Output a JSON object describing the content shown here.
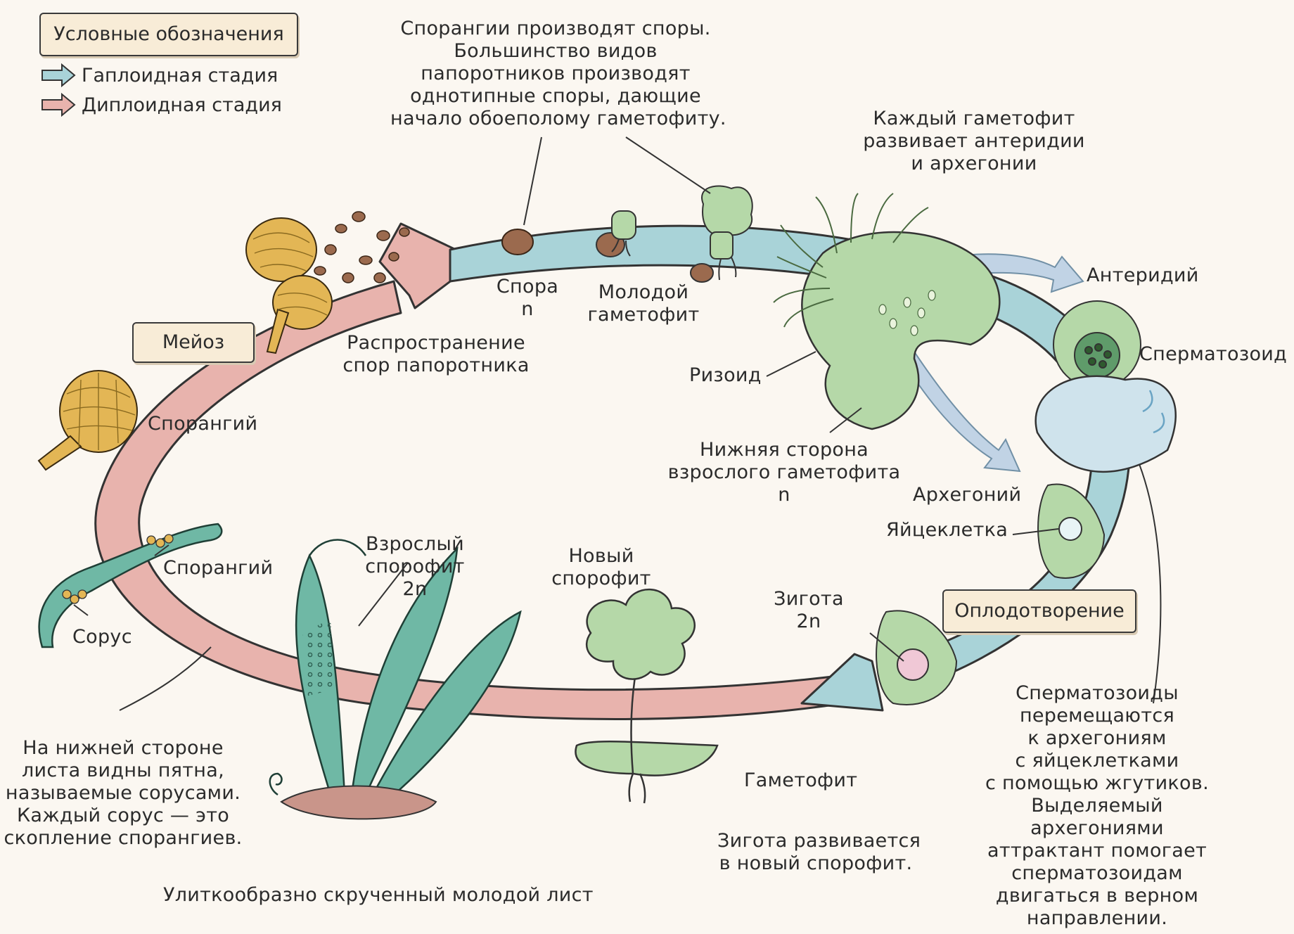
{
  "legend": {
    "title": "Условные обозначения",
    "haploid": "Гаплоидная стадия",
    "diploid": "Диплоидная стадия"
  },
  "colors": {
    "haploid": "#a9d3d8",
    "diploid": "#e8b3ad",
    "gametophyte": "#b5d8a8",
    "sporophyte": "#6fb8a5",
    "sporangium": "#e3b655",
    "spore": "#9b6a4e",
    "outline": "#333333"
  },
  "labels": {
    "top_note": [
      "Спорангии производят споры.",
      "Большинство видов",
      "папоротников производят",
      "однотипные споры, дающие",
      "начало обоеполому гаметофиту."
    ],
    "each_gametophyte": [
      "Каждый гаметофит",
      "развивает антеридии",
      "и архегонии"
    ],
    "antheridium": "Антеридий",
    "spermatozoid": "Сперматозоид",
    "spore": [
      "Спора",
      "n"
    ],
    "young_gametophyte": [
      "Молодой",
      "гаметофит"
    ],
    "meiosis": "Мейоз",
    "dispersal": [
      "Распространение",
      "спор папоротника"
    ],
    "rhizoid": "Ризоид",
    "sporangium_1": "Спорангий",
    "underside": [
      "Нижняя сторона",
      "взрослого гаметофита",
      "n"
    ],
    "archegonium": "Архегоний",
    "egg": "Яйцеклетка",
    "sporangium_2": "Спорангий",
    "adult_sporophyte": [
      "Взрослый",
      "спорофит",
      "2n"
    ],
    "new_sporophyte": [
      "Новый",
      "спорофит"
    ],
    "sorus": "Сорус",
    "zygote": [
      "Зигота",
      "2n"
    ],
    "fertilization": "Оплодотворение",
    "sori_note": [
      "На нижней стороне",
      "листа видны пятна,",
      "называемые сорусами.",
      "Каждый сорус — это",
      "скопление спорангиев."
    ],
    "gametophyte": "Гаметофит",
    "zygote_develops": [
      "Зигота развивается",
      "в новый спорофит."
    ],
    "fiddlehead": "Улиткообразно скрученный молодой лист",
    "sperm_note": [
      "Сперматозоиды",
      "перемещаются",
      "к архегониям",
      "с яйцеклетками",
      "с помощью жгутиков.",
      "Выделяемый",
      "архегониями",
      "аттрактант помогает",
      "сперматозоидам",
      "двигаться в верном",
      "направлении."
    ]
  }
}
